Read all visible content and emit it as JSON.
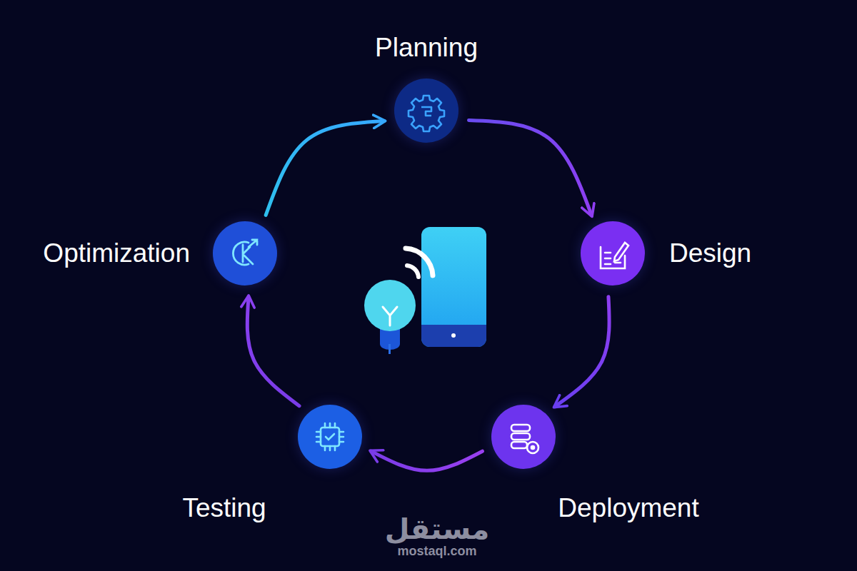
{
  "diagram": {
    "nodes": [
      {
        "text": [
          "Planning"
        ]
      },
      {
        "text": [
          "Design"
        ]
      },
      {
        "text": [
          "Deployment"
        ]
      },
      {
        "text": [
          "Testing"
        ]
      },
      {
        "text": [
          "Optimization"
        ]
      }
    ],
    "edges": [
      {
        "from": 0,
        "to": 1,
        "arrow": "to"
      },
      {
        "from": 1,
        "to": 2,
        "arrow": "to"
      },
      {
        "from": 2,
        "to": 3,
        "arrow": "to"
      },
      {
        "from": 3,
        "to": 4,
        "arrow": "to"
      },
      {
        "from": 4,
        "to": 0,
        "arrow": "to"
      }
    ],
    "labels": [
      "مستقل",
      "mostaql.com"
    ]
  }
}
